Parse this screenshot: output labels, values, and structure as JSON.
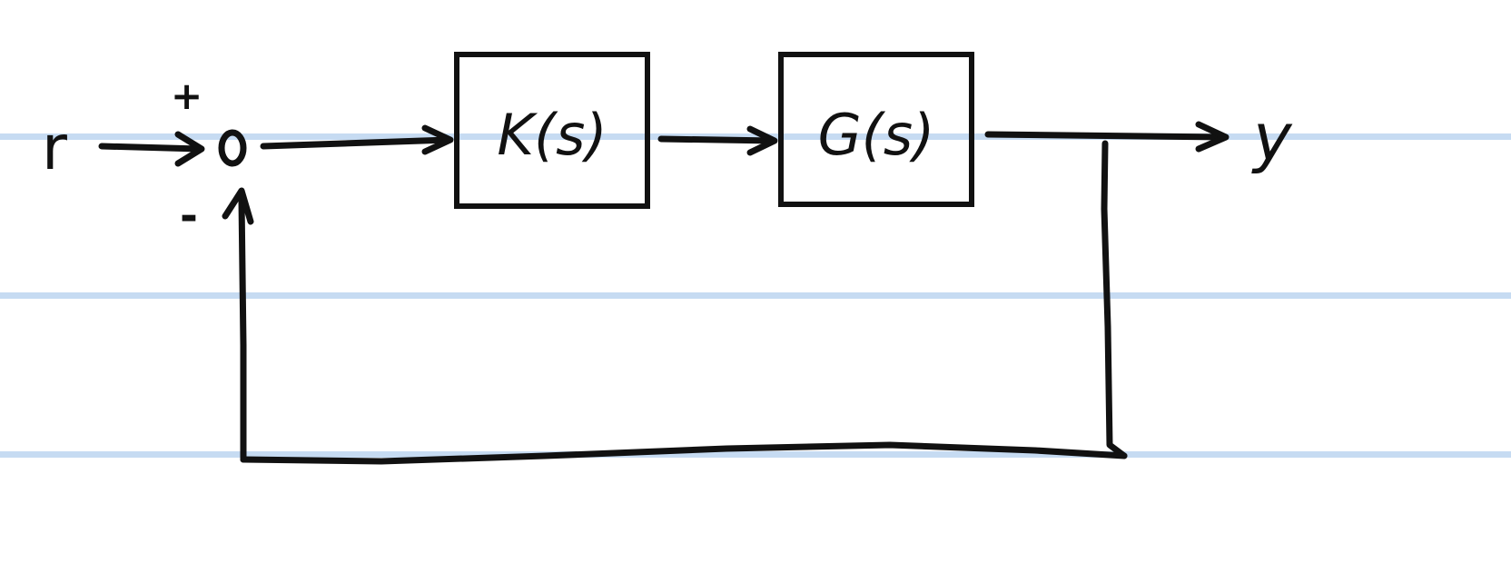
{
  "diagram": {
    "input_label": "r",
    "output_label": "y",
    "sum_plus": "+",
    "sum_minus": "-",
    "blocks": [
      {
        "id": "controller",
        "label": "K(s)"
      },
      {
        "id": "plant",
        "label": "G(s)"
      }
    ]
  },
  "colors": {
    "ink": "#111111",
    "rule_line": "#c6dbf2",
    "paper": "#ffffff"
  }
}
